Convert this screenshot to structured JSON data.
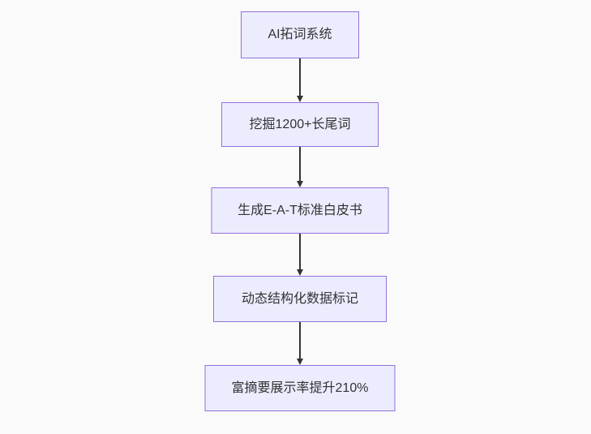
{
  "diagram": {
    "type": "flowchart",
    "direction": "top-down",
    "nodes": [
      {
        "label": "AI拓词系统"
      },
      {
        "label": "挖掘1200+长尾词"
      },
      {
        "label": "生成E-A-T标准白皮书"
      },
      {
        "label": "动态结构化数据标记"
      },
      {
        "label": "富摘要展示率提升210%"
      }
    ],
    "edges": [
      {
        "from": 0,
        "to": 1
      },
      {
        "from": 1,
        "to": 2
      },
      {
        "from": 2,
        "to": 3
      },
      {
        "from": 3,
        "to": 4
      }
    ]
  },
  "colors": {
    "background": "#fafafa",
    "node_fill": "#ececff",
    "node_border": "#9370db",
    "node_text": "#333333",
    "arrow": "#333333"
  }
}
